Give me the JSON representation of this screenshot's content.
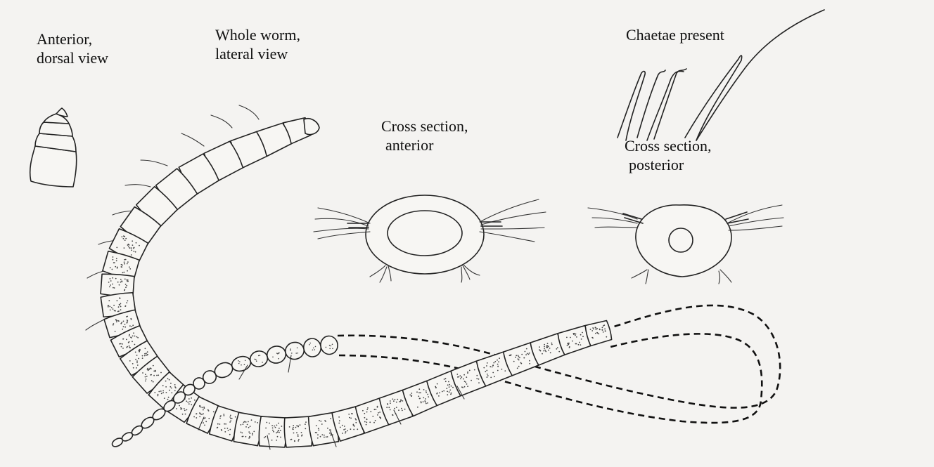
{
  "labels": {
    "anterior_dorsal": [
      "Anterior,",
      "dorsal view"
    ],
    "whole_worm": [
      "Whole worm,",
      "lateral view"
    ],
    "chaetae": "Chaetae present",
    "cross_anterior": [
      "Cross section,",
      "anterior"
    ],
    "cross_posterior": [
      "Cross section,",
      "posterior"
    ]
  },
  "colors": {
    "ink": "#222222",
    "paper": "#f4f3f1"
  }
}
